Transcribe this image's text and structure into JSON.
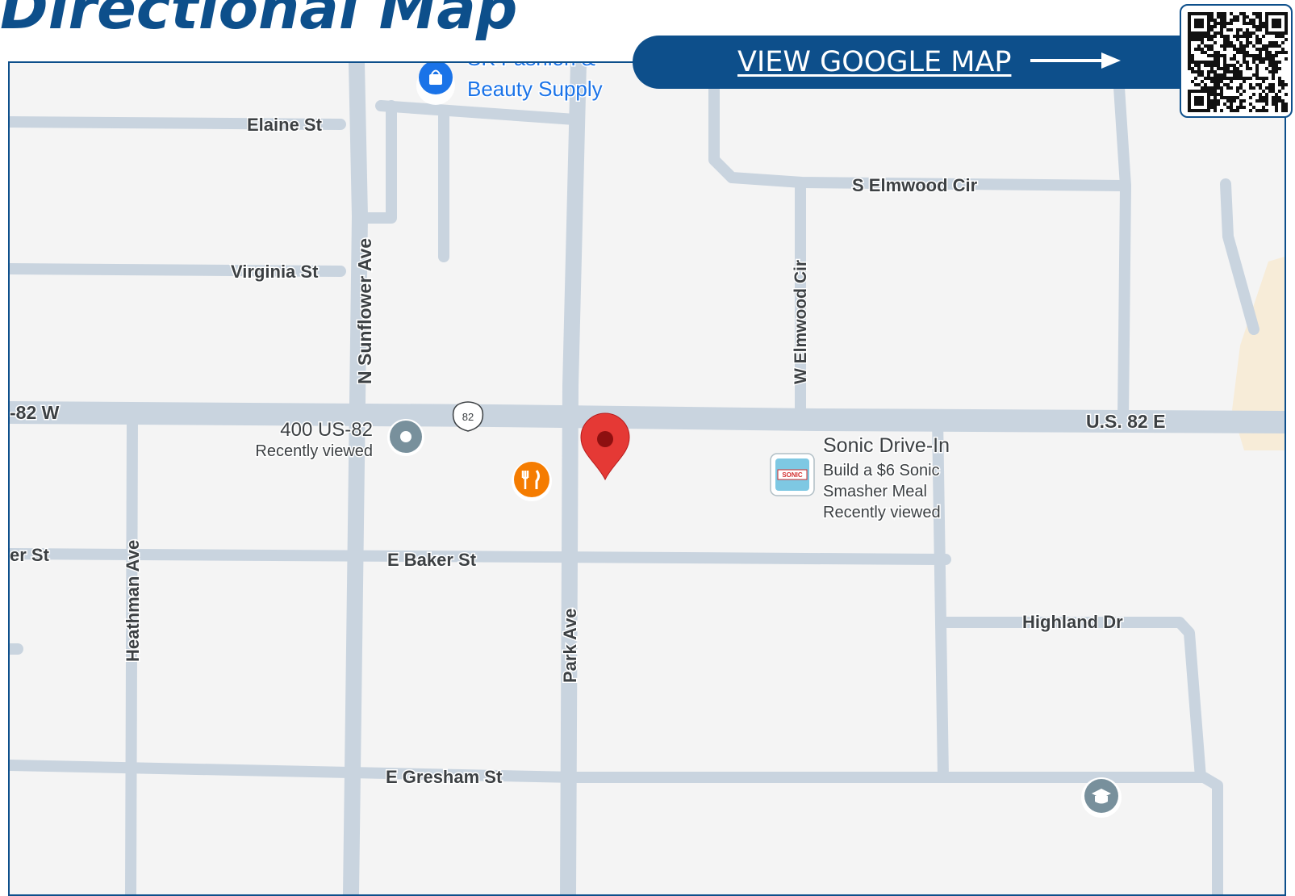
{
  "page_title": "Directional Map",
  "map_link": {
    "label": "VIEW GOOGLE MAP",
    "icon": "arrow-right-icon"
  },
  "qr_code": {
    "icon": "qr-code-icon"
  },
  "streets": {
    "elaine": "Elaine St",
    "s_elmwood": "S Elmwood Cir",
    "virginia": "Virginia St",
    "n_sunflower": "N Sunflower Ave",
    "w_elmwood": "W Elmwood Cir",
    "us82_west": "-82 W",
    "us82_east": "U.S. 82 E",
    "baker_west": "er St",
    "baker": "E Baker St",
    "heathman": "Heathman Ave",
    "park": "Park Ave",
    "highland": "Highland Dr",
    "gresham": "E Gresham St"
  },
  "route_shield": "82",
  "places": {
    "sk_fashion_line1": "SK Fashion &",
    "sk_fashion_line2": "Beauty Supply",
    "address": "400 US-82",
    "address_note": "Recently viewed",
    "sonic_name": "Sonic Drive-In",
    "sonic_line1": "Build a $6 Sonic",
    "sonic_line2": "Smasher Meal",
    "sonic_note": "Recently viewed",
    "sonic_logo_text": "SONIC"
  },
  "icons": {
    "shopping": "shopping-bag-icon",
    "restaurant": "restaurant-icon",
    "school": "school-icon",
    "location": "location-pin-icon",
    "recent": "recent-place-icon"
  },
  "colors": {
    "brand_blue": "#0d4f8b",
    "road": "#c9d4df",
    "map_background": "#f4f4f4",
    "pin_red": "#e53935",
    "restaurant_orange": "#f57c00",
    "shopping_blue": "#1a73e8"
  }
}
